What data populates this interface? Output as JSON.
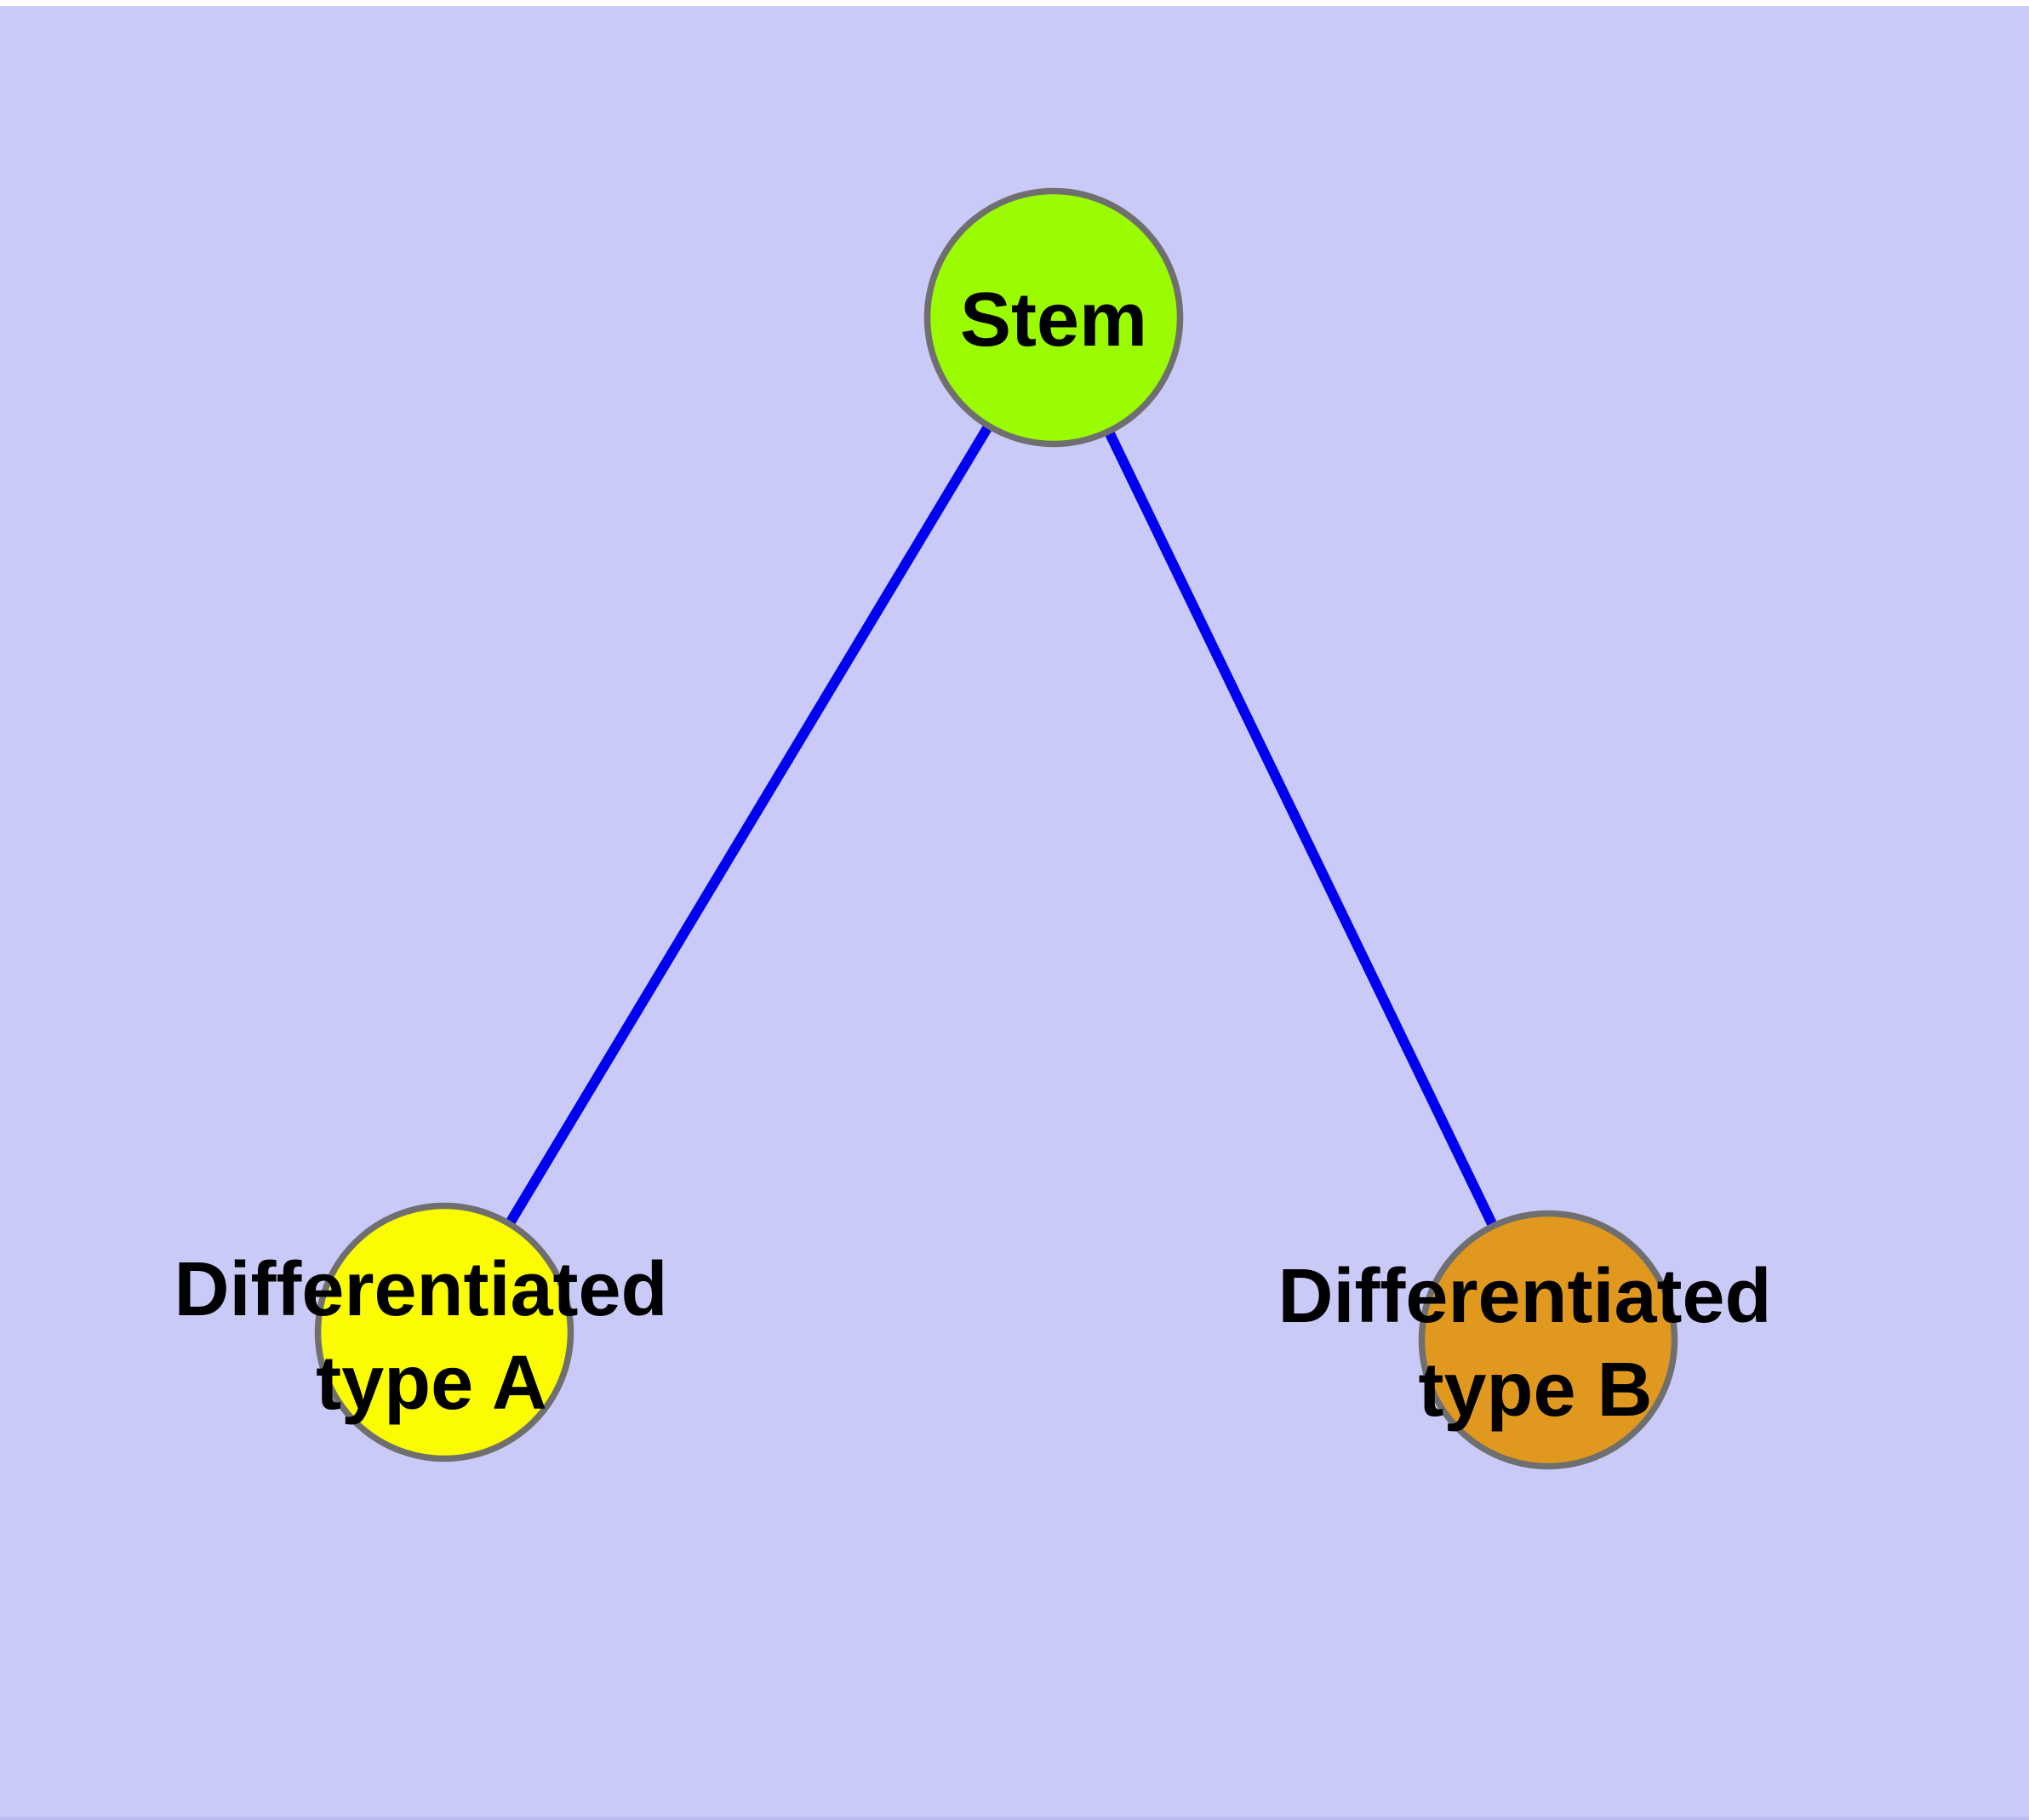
{
  "colors": {
    "background": "#cacaf8",
    "top-bar": "#ffffff",
    "bottom-edge": "#bdbdef",
    "edge": "#0000f0",
    "node-stroke": "#6f6f6f",
    "label": "#000000"
  },
  "nodes": [
    {
      "id": "stem",
      "label": "Stem",
      "fill": "#9bfb00"
    },
    {
      "id": "differentiated-type-a",
      "label_line1": "Differentiated",
      "label_line2": "type A",
      "fill": "#fcfc00"
    },
    {
      "id": "differentiated-type-b",
      "label_line1": "Differentiated",
      "label_line2": "type B",
      "fill": "#e0991e"
    }
  ],
  "edges": [
    {
      "from": "Stem",
      "to": "Differentiated type A"
    },
    {
      "from": "Stem",
      "to": "Differentiated type B"
    }
  ]
}
